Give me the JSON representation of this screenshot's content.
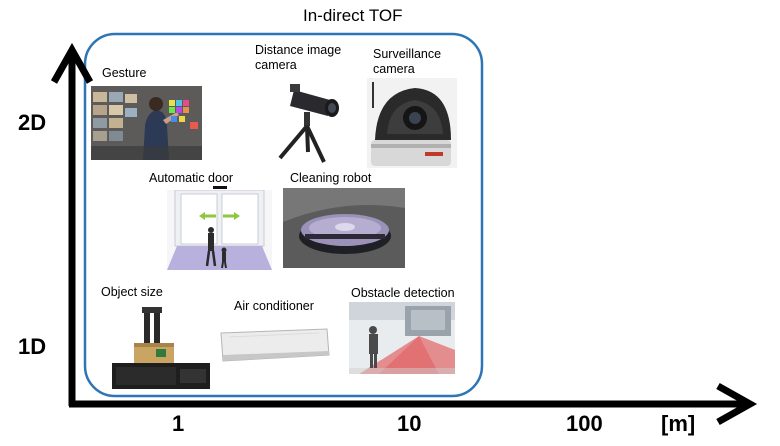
{
  "diagram": {
    "title": "In-direct TOF",
    "y_axis_labels": [
      "2D",
      "1D"
    ],
    "x_axis_labels": [
      "1",
      "10",
      "100"
    ],
    "x_unit": "[m]",
    "applications": [
      {
        "label": "Gesture"
      },
      {
        "label": "Distance image camera"
      },
      {
        "label": "Surveillance camera"
      },
      {
        "label": "Automatic door"
      },
      {
        "label": "Cleaning robot"
      },
      {
        "label": "Object size"
      },
      {
        "label": "Air conditioner"
      },
      {
        "label": "Obstacle detection"
      }
    ],
    "colors": {
      "axes": "#000000",
      "region_border": "#2e75b6",
      "door_arrow": "#8dc63f",
      "door_floor": "#b9b1dd",
      "obstacle_beam": "#e04040"
    }
  }
}
